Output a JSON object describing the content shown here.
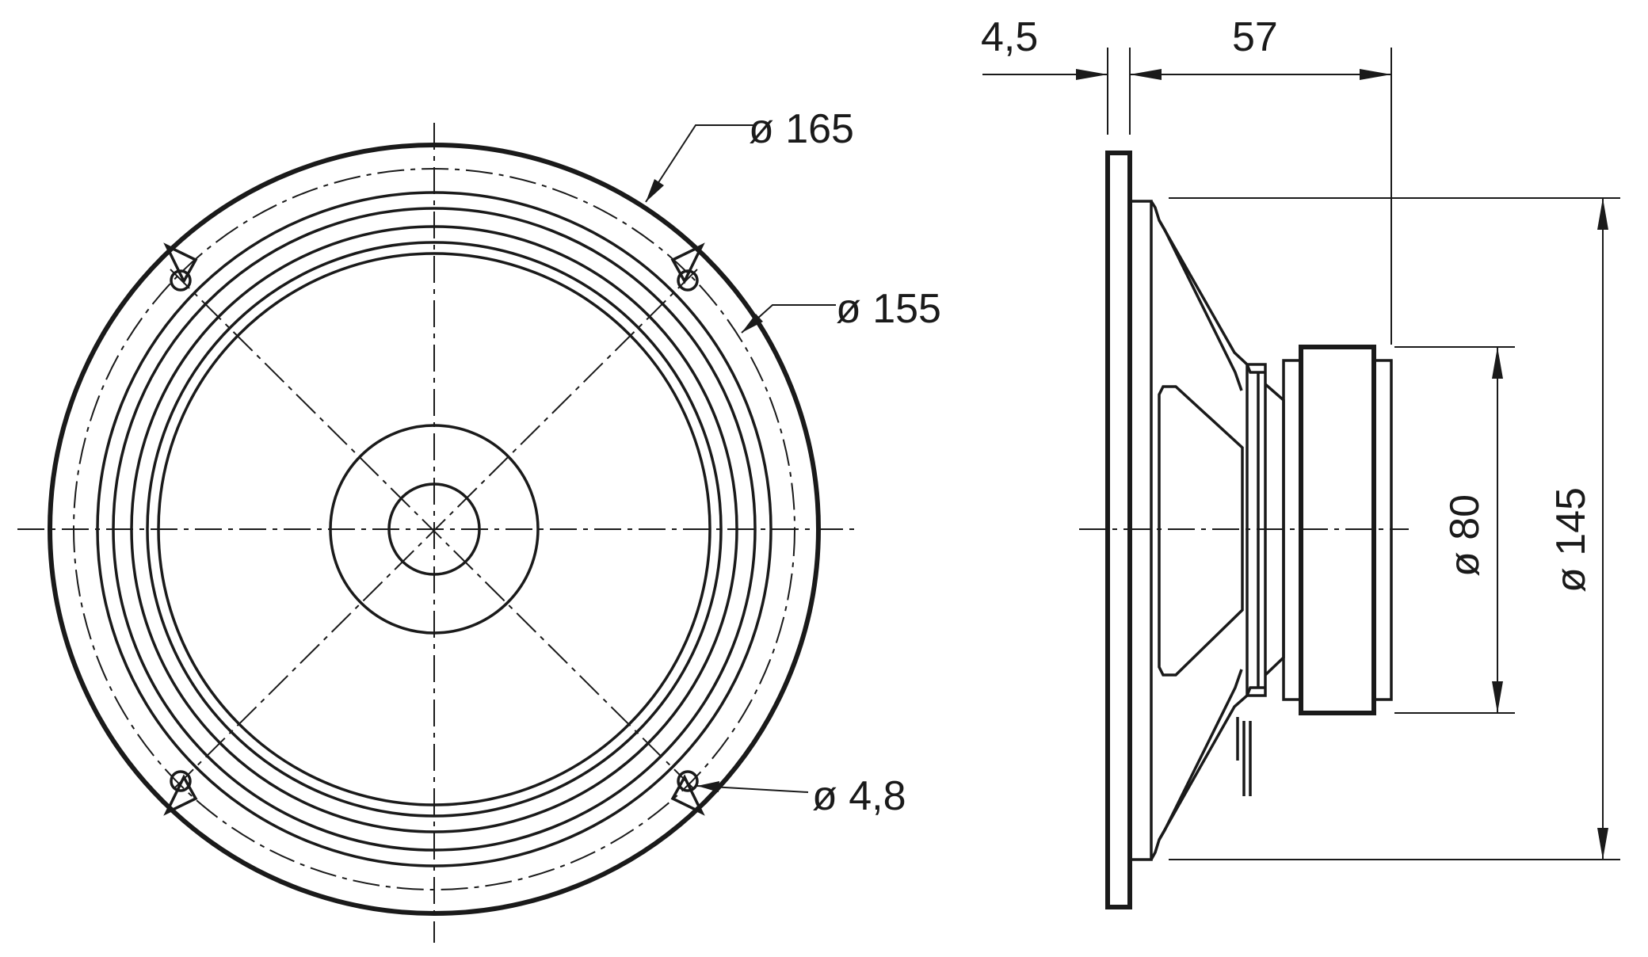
{
  "front_view": {
    "dim_outer_diameter": "ø 165",
    "dim_bolt_circle": "ø 155",
    "dim_mount_hole": "ø 4,8"
  },
  "side_view": {
    "dim_flange_thickness": "4,5",
    "dim_mounting_depth": "57",
    "dim_magnet_diameter": "ø 80",
    "dim_cutout_diameter": "ø 145"
  }
}
